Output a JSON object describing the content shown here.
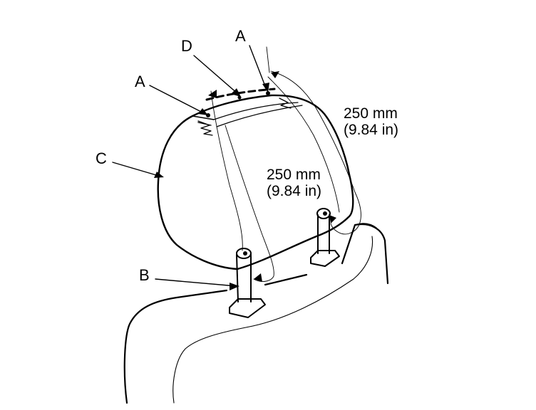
{
  "callouts": {
    "a_upper": "A",
    "a_left": "A",
    "b": "B",
    "c": "C",
    "d": "D"
  },
  "dimensions": {
    "outer": {
      "value": "250 mm",
      "imperial": "(9.84 in)"
    },
    "inner": {
      "value": "250 mm",
      "imperial": "(9.84 in)"
    }
  },
  "colors": {
    "line": "#000000",
    "background": "#ffffff"
  }
}
